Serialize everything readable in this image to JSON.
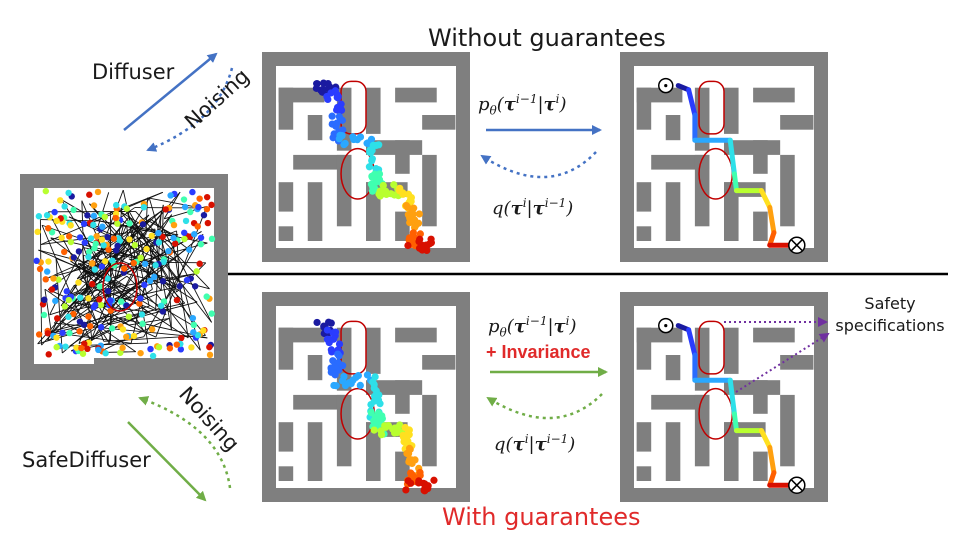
{
  "labels": {
    "top_title": "Without guarantees",
    "bottom_title": "With guarantees",
    "diffuser": "Diffuser",
    "safediffuser": "SafeDiffuser",
    "noising": "Noising",
    "reverse_process_prefix": "p",
    "reverse_process_sub": "θ",
    "forward_process_prefix": "q",
    "invariance": "+ Invariance",
    "safety_line1": "Safety",
    "safety_line2": "specifications"
  },
  "colors": {
    "maze_wall": "#7f7f7f",
    "diffuser_arrow": "#4472c4",
    "safe_arrow": "#70ad47",
    "guarantee_red": "#e02a2a",
    "spec_arrow": "#7030a0",
    "obstacle_outline": "#c00000"
  },
  "icons": {
    "start": "odot-icon",
    "goal": "otimes-icon"
  }
}
